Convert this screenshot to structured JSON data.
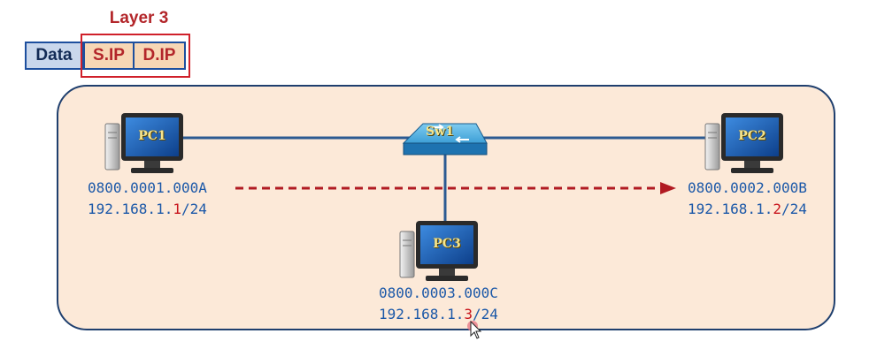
{
  "header": {
    "layer_title": "Layer 3",
    "fields": [
      "Data",
      "S.IP",
      "D.IP"
    ]
  },
  "switch": {
    "label": "Sw1"
  },
  "hosts": [
    {
      "label": "PC1",
      "mac": "0800.0001.000A",
      "ip_prefix": "192.168.1.",
      "ip_host": "1",
      "ip_suffix": "/24"
    },
    {
      "label": "PC2",
      "mac": "0800.0002.000B",
      "ip_prefix": "192.168.1.",
      "ip_host": "2",
      "ip_suffix": "/24"
    },
    {
      "label": "PC3",
      "mac": "0800.0003.000C",
      "ip_prefix": "192.168.1.",
      "ip_host": "3",
      "ip_suffix": "/24"
    }
  ],
  "colors": {
    "link": "#2c5a92",
    "traffic_arrow": "#b11a22",
    "ip_highlight": "#c8141c",
    "address_text": "#1b58a8",
    "lan_fill": "#fce9d8",
    "lan_border": "#1f3f6e"
  }
}
